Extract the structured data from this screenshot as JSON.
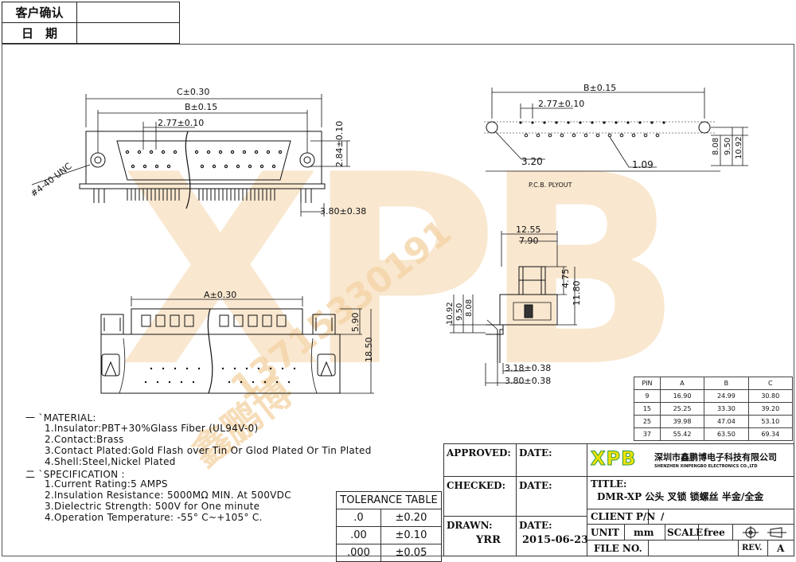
{
  "header": {
    "customer_confirm": "客户确认",
    "date": "日　期"
  },
  "watermark": {
    "logo": "XPB",
    "company": "鑫鹏博",
    "phone": "13715330191"
  },
  "dimensions": {
    "c030": "C±0.30",
    "b015": "B±0.15",
    "pitch277": "2.77±0.10",
    "h284": "2.84±0.10",
    "w380": "3.80±0.38",
    "unc": "#4-40 UNC",
    "a030": "A±0.30",
    "h590": "5.90",
    "h1850": "18.50",
    "pcb_b015": "B±0.15",
    "pcb_pitch": "2.77±0.10",
    "d320": "3.20",
    "d109": "1.09",
    "v808": "8.08",
    "v950": "9.50",
    "v1092": "10.92",
    "pcb_label": "P.C.B. PLYOUT",
    "s1255": "12.55",
    "s790": "7.90",
    "s475": "4.75",
    "s1180": "11.80",
    "s1092": "10.92",
    "s950": "9.50",
    "s808": "8.08",
    "s318": "3.18±0.38",
    "s380": "3.80±0.38"
  },
  "spec": {
    "material_title": "一 `MATERIAL:",
    "m1": "1.Insulator:PBT+30%Glass Fiber (UL94V-0)",
    "m2": "2.Contact:Brass",
    "m3": "3.Contact Plated:Gold Flash over Tin Or Glod Plated Or Tin Plated",
    "m4": "4.Shell:Steel,Nickel Plated",
    "spec_title": "二 `SPECIFICATION :",
    "s1": "1.Current Rating:5 AMPS",
    "s2": "2.Insulation Resistance: 5000MΩ MIN. At 500VDC",
    "s3": "3.Dielectric Strength: 500V for One minute",
    "s4": "4.Operation Temperature: -55° C~+105° C."
  },
  "pin_table": {
    "headers": [
      "PIN",
      "A",
      "B",
      "C"
    ],
    "rows": [
      [
        "9",
        "16.90",
        "24.99",
        "30.80"
      ],
      [
        "15",
        "25.25",
        "33.30",
        "39.20"
      ],
      [
        "25",
        "39.98",
        "47.04",
        "53.10"
      ],
      [
        "37",
        "55.42",
        "63.50",
        "69.34"
      ]
    ]
  },
  "tolerance": {
    "title": "TOLERANCE TABLE",
    "rows": [
      [
        ".0",
        "±0.20"
      ],
      [
        ".00",
        "±0.10"
      ],
      [
        ".000",
        "±0.05"
      ]
    ]
  },
  "title_block": {
    "approved": "APPROVED:",
    "checked": "CHECKED:",
    "drawn": "DRAWN:",
    "drawn_by": "YRR",
    "date_label": "DATE:",
    "date_value": "2015-06-23",
    "logo": "XPB",
    "company_cn": "深圳市鑫鹏博电子科技有限公司",
    "company_en": "SHENZHEN XINPENGBO ELECTRONICS CO.,LTD",
    "title_label": "TITLE:",
    "title_value": "DMR-XP 公头 叉锁 锁螺丝 半金/全金",
    "client_label": "CLIENT P/N",
    "client_value": "/",
    "unit_label": "UNIT",
    "unit_value": "mm",
    "scale_label": "SCALE",
    "scale_value": "free",
    "file_label": "FILE NO.",
    "rev_label": "REV.",
    "rev_value": "A"
  },
  "colors": {
    "watermark": "#f5d5a8",
    "logo_yellow": "#f2e400",
    "logo_green": "#2f9a3e"
  }
}
